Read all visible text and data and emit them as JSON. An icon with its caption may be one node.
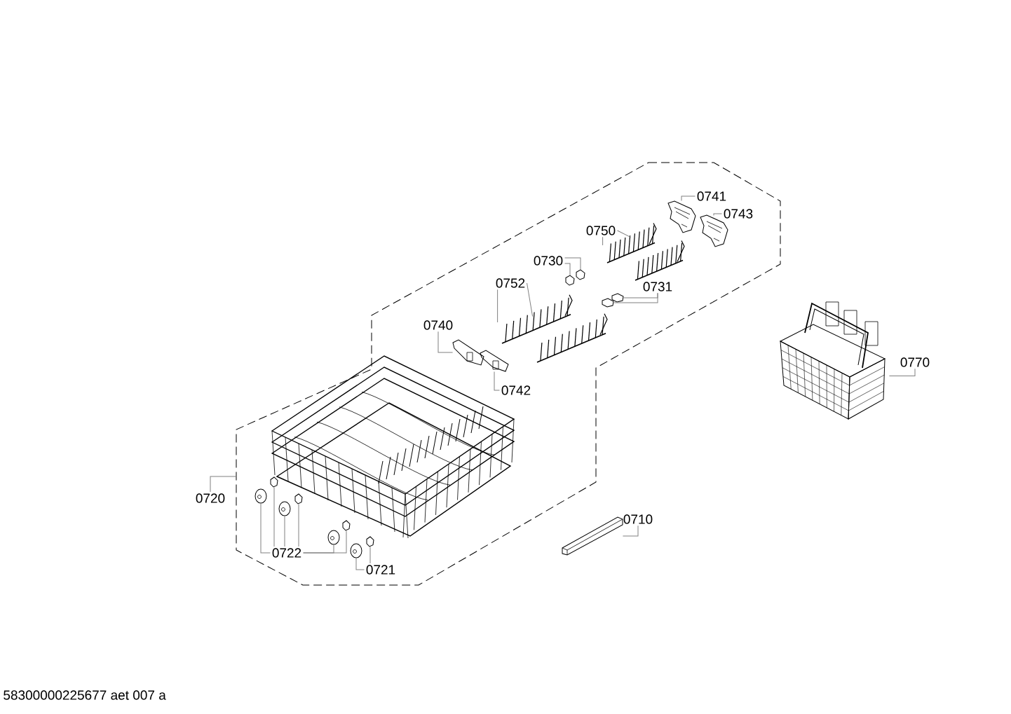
{
  "diagram": {
    "nodes": [
      {
        "text": [
          "0741"
        ]
      },
      {
        "text": [],
        "shape": "picture"
      },
      {
        "text": [
          "0743"
        ]
      },
      {
        "text": [],
        "shape": "picture"
      },
      {
        "text": [
          "0750"
        ]
      },
      {
        "text": [],
        "shape": "picture"
      },
      {
        "text": [],
        "shape": "picture"
      },
      {
        "text": [
          "0730"
        ]
      },
      {
        "text": [],
        "shape": "picture"
      },
      {
        "text": [],
        "shape": "picture"
      },
      {
        "text": [
          "0752"
        ]
      },
      {
        "text": [],
        "shape": "picture"
      },
      {
        "text": [],
        "shape": "picture"
      },
      {
        "text": [
          "0731"
        ]
      },
      {
        "text": [],
        "shape": "picture"
      },
      {
        "text": [],
        "shape": "picture"
      },
      {
        "text": [
          "0740"
        ]
      },
      {
        "text": [],
        "shape": "picture"
      },
      {
        "text": [
          "0742"
        ]
      },
      {
        "text": [],
        "shape": "picture"
      },
      {
        "text": [
          "0770"
        ]
      },
      {
        "text": [],
        "shape": "picture"
      },
      {
        "text": [
          "0720"
        ]
      },
      {
        "text": [
          "0722"
        ]
      },
      {
        "text": [],
        "shape": "picture"
      },
      {
        "text": [],
        "shape": "picture"
      },
      {
        "text": [],
        "shape": "picture"
      },
      {
        "text": [],
        "shape": "picture"
      },
      {
        "text": [],
        "shape": "picture"
      },
      {
        "text": [],
        "shape": "picture"
      },
      {
        "text": [
          "0721"
        ]
      },
      {
        "text": [],
        "shape": "picture"
      },
      {
        "text": [],
        "shape": "picture"
      },
      {
        "text": [
          "0710"
        ]
      },
      {
        "text": [],
        "shape": "picture"
      }
    ],
    "edges": [
      {
        "from": 0,
        "to": 1,
        "arrow": "none"
      },
      {
        "from": 2,
        "to": 3,
        "arrow": "none"
      },
      {
        "from": 4,
        "to": 5,
        "arrow": "none"
      },
      {
        "from": 4,
        "to": 6,
        "arrow": "none"
      },
      {
        "from": 7,
        "to": 9,
        "arrow": "none"
      },
      {
        "from": 7,
        "to": 8,
        "arrow": "none"
      },
      {
        "from": 10,
        "to": 11,
        "arrow": "none"
      },
      {
        "from": 10,
        "to": 12,
        "arrow": "none"
      },
      {
        "from": 13,
        "to": 14,
        "arrow": "none"
      },
      {
        "from": 13,
        "to": 15,
        "arrow": "none"
      },
      {
        "from": 16,
        "to": 17,
        "arrow": "none"
      },
      {
        "from": 18,
        "to": 19,
        "arrow": "none"
      },
      {
        "from": 20,
        "to": 21,
        "arrow": "none"
      },
      {
        "from": 22,
        "to": null,
        "arrow": "none"
      },
      {
        "from": 23,
        "to": 24,
        "arrow": "none"
      },
      {
        "from": 23,
        "to": 25,
        "arrow": "none"
      },
      {
        "from": 23,
        "to": 26,
        "arrow": "none"
      },
      {
        "from": 23,
        "to": 27,
        "arrow": "none"
      },
      {
        "from": 23,
        "to": 28,
        "arrow": "none"
      },
      {
        "from": 23,
        "to": 29,
        "arrow": "none"
      },
      {
        "from": 30,
        "to": 31,
        "arrow": "none"
      },
      {
        "from": 30,
        "to": 32,
        "arrow": "none"
      },
      {
        "from": 33,
        "to": 34,
        "arrow": "none"
      }
    ],
    "labels": [
      "58300000225677 aet 007 a"
    ]
  }
}
